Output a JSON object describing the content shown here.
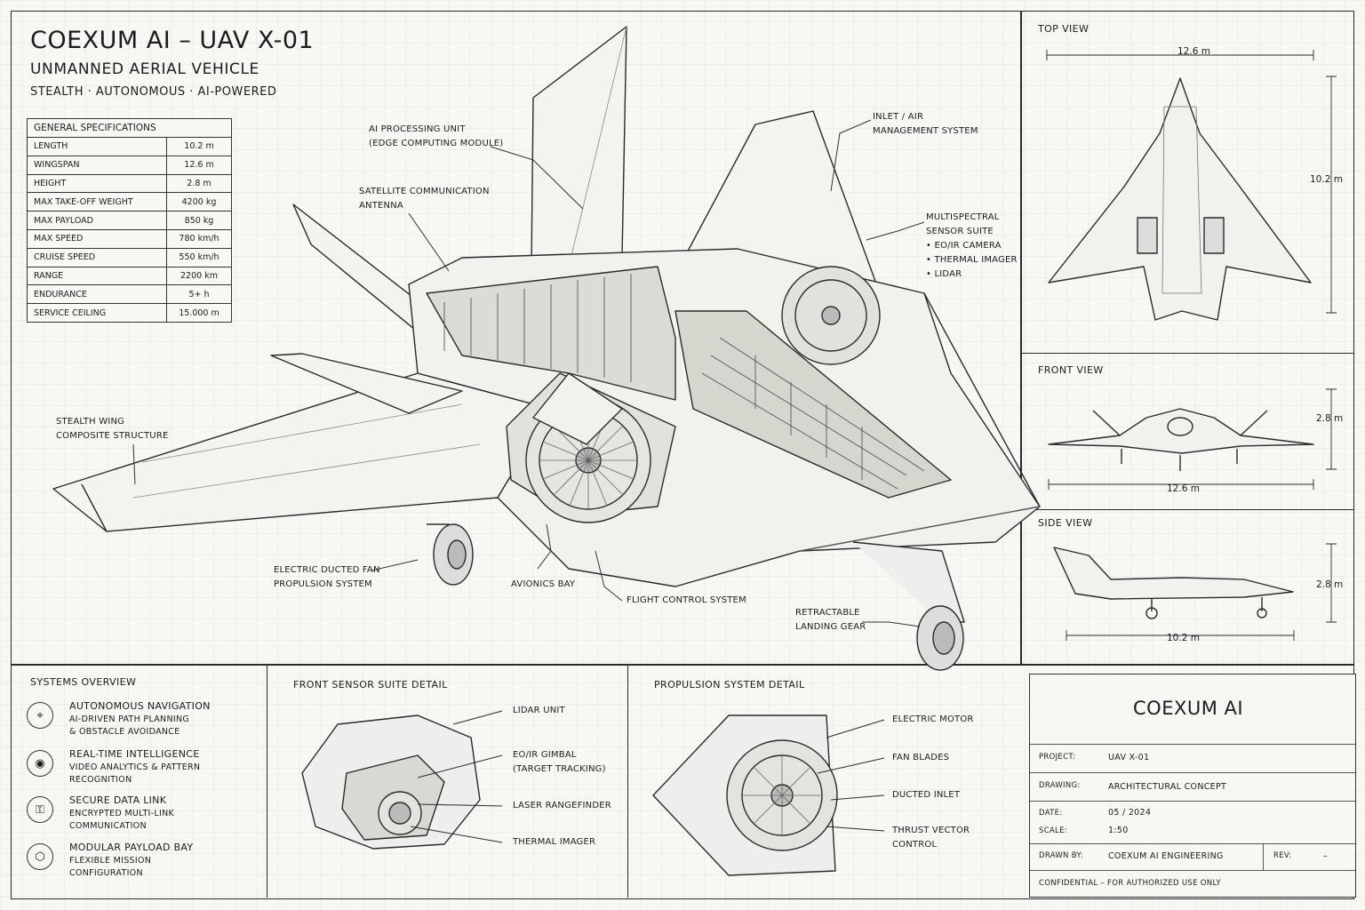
{
  "header": {
    "title": "COEXUM AI – UAV X-01",
    "subtitle": "UNMANNED AERIAL VEHICLE",
    "tagline": "STEALTH · AUTONOMOUS · AI-POWERED"
  },
  "specs": {
    "heading": "GENERAL SPECIFICATIONS",
    "rows": [
      {
        "key": "LENGTH",
        "value": "10.2 m"
      },
      {
        "key": "WINGSPAN",
        "value": "12.6 m"
      },
      {
        "key": "HEIGHT",
        "value": "2.8 m"
      },
      {
        "key": "MAX TAKE-OFF WEIGHT",
        "value": "4200 kg"
      },
      {
        "key": "MAX PAYLOAD",
        "value": "850 kg"
      },
      {
        "key": "MAX SPEED",
        "value": "780 km/h"
      },
      {
        "key": "CRUISE SPEED",
        "value": "550 km/h"
      },
      {
        "key": "RANGE",
        "value": "2200 km"
      },
      {
        "key": "ENDURANCE",
        "value": "5+ h"
      },
      {
        "key": "SERVICE CEILING",
        "value": "15.000 m"
      }
    ]
  },
  "callouts": {
    "ai_unit_1": "AI PROCESSING UNIT",
    "ai_unit_2": "(EDGE COMPUTING MODULE)",
    "satcom_1": "SATELLITE COMMUNICATION",
    "satcom_2": "ANTENNA",
    "inlet_1": "INLET / AIR",
    "inlet_2": "MANAGEMENT SYSTEM",
    "sensor_1": "MULTISPECTRAL",
    "sensor_2": "SENSOR SUITE",
    "sensor_3": "• EO/IR CAMERA",
    "sensor_4": "• THERMAL IMAGER",
    "sensor_5": "• LIDAR",
    "wing_1": "STEALTH WING",
    "wing_2": "COMPOSITE STRUCTURE",
    "edf_1": "ELECTRIC DUCTED FAN",
    "edf_2": "PROPULSION SYSTEM",
    "avionics": "AVIONICS BAY",
    "fcs": "FLIGHT CONTROL SYSTEM",
    "gear_1": "RETRACTABLE",
    "gear_2": "LANDING GEAR"
  },
  "views": {
    "top": {
      "label": "TOP VIEW",
      "span": "12.6 m",
      "length": "10.2 m"
    },
    "front": {
      "label": "FRONT VIEW",
      "height": "2.8 m",
      "span": "12.6 m"
    },
    "side": {
      "label": "SIDE VIEW",
      "height": "2.8 m",
      "length": "10.2 m"
    }
  },
  "systems": {
    "heading": "SYSTEMS OVERVIEW",
    "items": [
      {
        "icon": "navigation-icon",
        "title": "AUTONOMOUS NAVIGATION",
        "desc1": "AI-DRIVEN PATH PLANNING",
        "desc2": "& OBSTACLE AVOIDANCE"
      },
      {
        "icon": "intelligence-icon",
        "title": "REAL-TIME INTELLIGENCE",
        "desc1": "VIDEO ANALYTICS & PATTERN",
        "desc2": "RECOGNITION"
      },
      {
        "icon": "datalink-icon",
        "title": "SECURE DATA LINK",
        "desc1": "ENCRYPTED MULTI-LINK",
        "desc2": "COMMUNICATION"
      },
      {
        "icon": "payload-icon",
        "title": "MODULAR PAYLOAD BAY",
        "desc1": "FLEXIBLE MISSION",
        "desc2": "CONFIGURATION"
      }
    ]
  },
  "sensor_detail": {
    "heading": "FRONT SENSOR SUITE DETAIL",
    "labels": [
      "LIDAR UNIT",
      "EO/IR GIMBAL",
      "(TARGET TRACKING)",
      "LASER RANGEFINDER",
      "THERMAL IMAGER"
    ]
  },
  "propulsion_detail": {
    "heading": "PROPULSION SYSTEM DETAIL",
    "labels": [
      "ELECTRIC MOTOR",
      "FAN BLADES",
      "DUCTED INLET",
      "THRUST VECTOR",
      "CONTROL"
    ]
  },
  "title_block": {
    "brand": "COEXUM AI",
    "project_key": "PROJECT:",
    "project_value": "UAV X-01",
    "drawing_key": "DRAWING:",
    "drawing_value": "ARCHITECTURAL CONCEPT",
    "date_key": "DATE:",
    "date_value": "05 / 2024",
    "scale_key": "SCALE:",
    "scale_value": "1:50",
    "drawn_key": "DRAWN BY:",
    "drawn_value": "COEXUM AI ENGINEERING",
    "rev_key": "REV:",
    "rev_value": "–",
    "confidential": "CONFIDENTIAL – FOR AUTHORIZED USE ONLY"
  }
}
